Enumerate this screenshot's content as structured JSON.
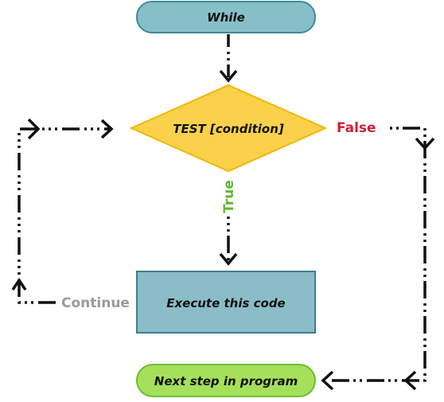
{
  "nodes": {
    "start": {
      "label": "While"
    },
    "decision": {
      "label": "TEST [condition]"
    },
    "process": {
      "label": "Execute this code"
    },
    "end": {
      "label": "Next step in program"
    }
  },
  "edge_labels": {
    "true_branch": "True",
    "false_branch": "False",
    "loop_back": "Continue"
  },
  "colors": {
    "start_fill": "#87bfc8",
    "start_stroke": "#3f8a97",
    "decision_fill": "#fbd14b",
    "decision_stroke": "#f2b705",
    "process_fill": "#8bbdc6",
    "process_stroke": "#3d7f8c",
    "end_fill": "#a6e05b",
    "end_stroke": "#6cbf2f",
    "true_label": "#5cb82e",
    "false_label": "#cc1f3a",
    "continue_label": "#9a9a9a",
    "connector": "#111111"
  }
}
